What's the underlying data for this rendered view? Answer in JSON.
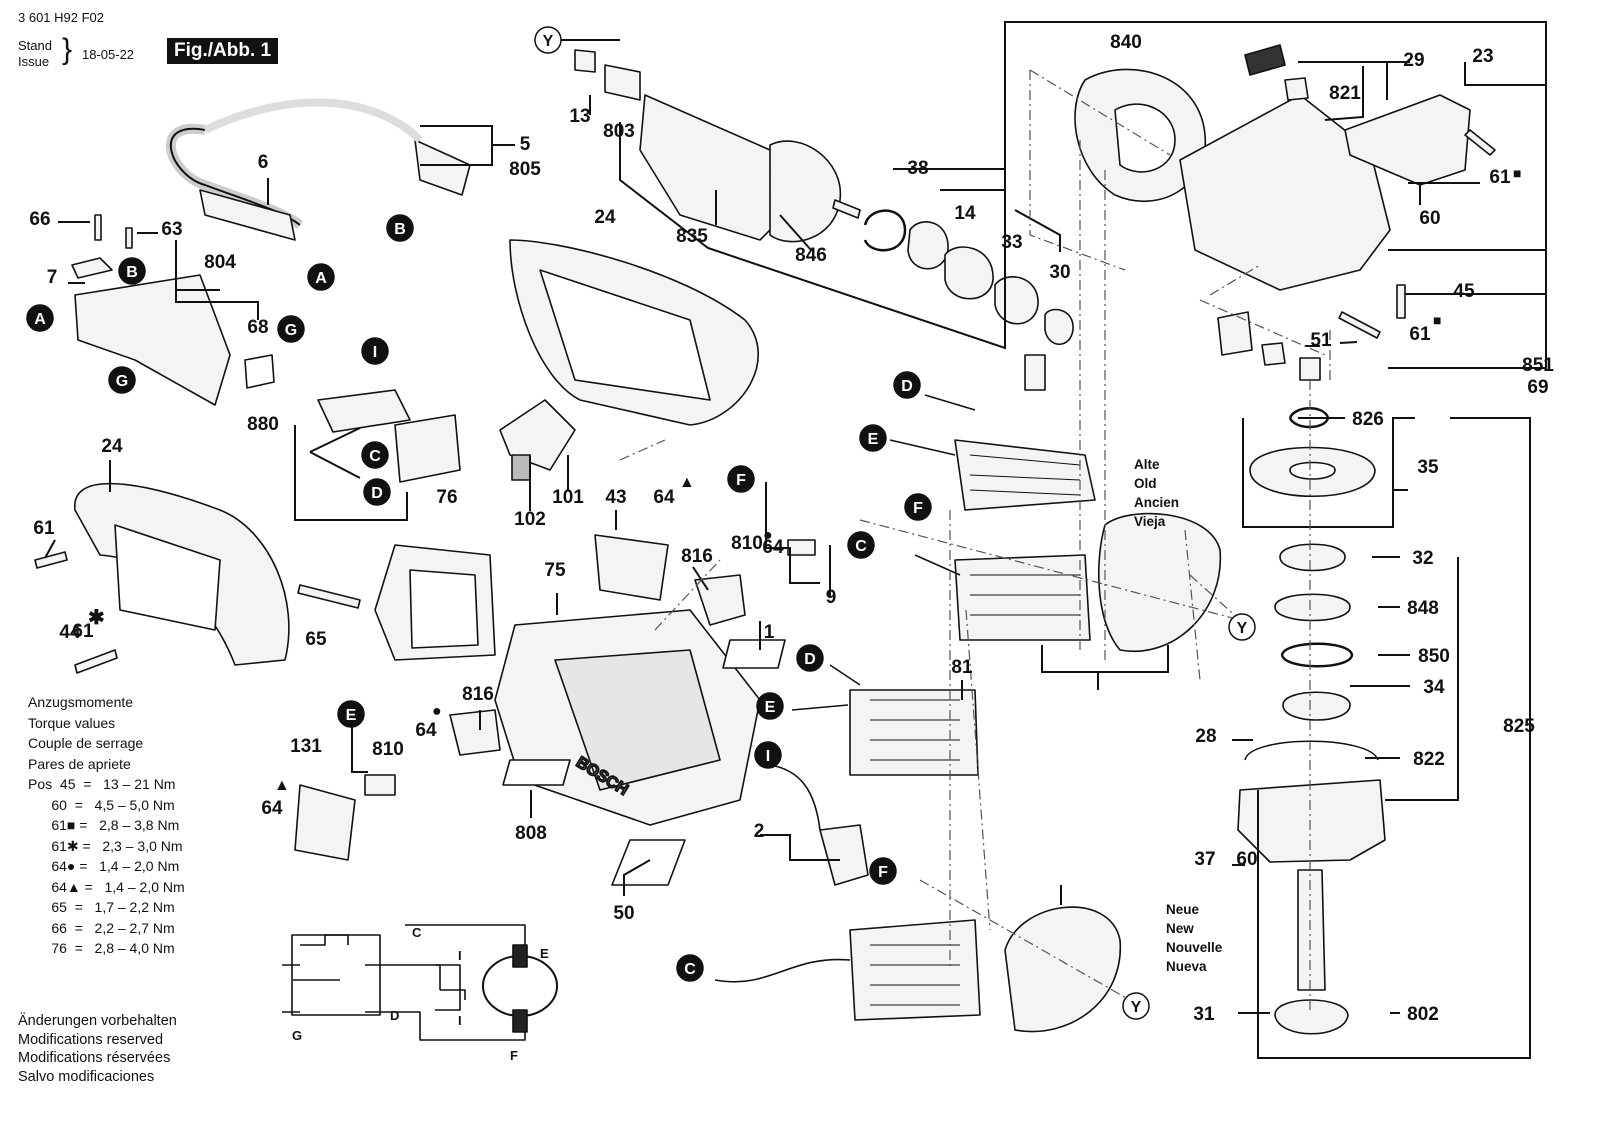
{
  "header": {
    "doc_number": "3 601 H92 F02",
    "stand_label": "Stand",
    "issue_label": "Issue",
    "date": "18-05-22",
    "figure_tag": "Fig./Abb. 1"
  },
  "part_labels": [
    "5",
    "805",
    "6",
    "66",
    "63",
    "7",
    "804",
    "68",
    "880",
    "24",
    "102",
    "101",
    "43",
    "64",
    "816",
    "810",
    "9",
    "1",
    "75",
    "76",
    "65",
    "61",
    "44",
    "131",
    "808",
    "50",
    "2",
    "81",
    "13",
    "803",
    "835",
    "846",
    "38",
    "14",
    "33",
    "30",
    "840",
    "29",
    "821",
    "23",
    "60",
    "45",
    "51",
    "851",
    "69",
    "826",
    "35",
    "32",
    "848",
    "850",
    "34",
    "28",
    "822",
    "825",
    "37",
    "31",
    "802"
  ],
  "connector_tags": [
    "A",
    "B",
    "C",
    "D",
    "E",
    "F",
    "G",
    "I",
    "Y"
  ],
  "version_old": [
    "Alte",
    "Old",
    "Ancien",
    "Vieja"
  ],
  "version_new": [
    "Neue",
    "New",
    "Nouvelle",
    "Nueva"
  ],
  "torque": {
    "title": [
      "Anzugsmomente",
      "Torque values",
      "Couple de serrage",
      "Pares de apriete"
    ],
    "pos_label": "Pos",
    "rows": [
      {
        "pos": "45",
        "mark": "",
        "value": "13 – 21 Nm"
      },
      {
        "pos": "60",
        "mark": "",
        "value": "4,5 – 5,0 Nm"
      },
      {
        "pos": "61",
        "mark": "■",
        "value": "2,8 – 3,8 Nm"
      },
      {
        "pos": "61",
        "mark": "✱",
        "value": "2,3 – 3,0 Nm"
      },
      {
        "pos": "64",
        "mark": "●",
        "value": "1,4 – 2,0 Nm"
      },
      {
        "pos": "64",
        "mark": "▲",
        "value": "1,4 – 2,0 Nm"
      },
      {
        "pos": "65",
        "mark": "",
        "value": "1,7 – 2,2 Nm"
      },
      {
        "pos": "66",
        "mark": "",
        "value": "2,2 – 2,7 Nm"
      },
      {
        "pos": "76",
        "mark": "",
        "value": "2,8 – 4,0 Nm"
      }
    ]
  },
  "notice": [
    "Änderungen vorbehalten",
    "Modifications reserved",
    "Modifications réservées",
    "Salvo modificaciones"
  ],
  "wiring_labels": {
    "c": "C",
    "d": "D",
    "g": "G",
    "e": "E",
    "f": "F",
    "i_top": "I",
    "i_bottom": "I"
  },
  "brand_text": "BOSCH",
  "colors": {
    "ink": "#111111",
    "tag_fill": "#111111",
    "tag_text": "#ffffff",
    "part_fill": "#f4f4f4"
  }
}
